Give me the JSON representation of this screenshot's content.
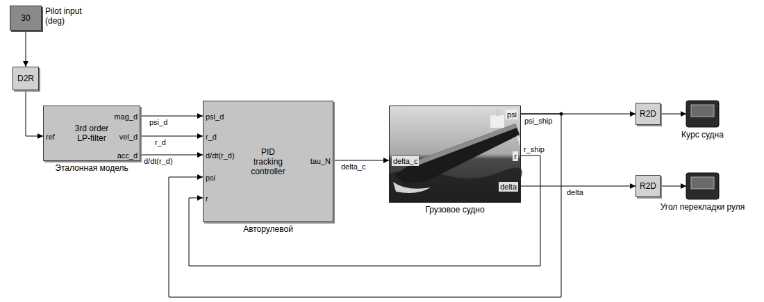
{
  "diagram": {
    "nodes": [
      {
        "text": [
          "30",
          "Pilot input (deg)"
        ]
      },
      {
        "text": [
          "D2R"
        ]
      },
      {
        "text": [
          "ref",
          "mag_d",
          "vel_d",
          "acc_d",
          "3rd order LP-filter",
          "Эталонная модель"
        ]
      },
      {
        "text": [
          "psi_d",
          "r_d",
          "d/dt(r_d)",
          "psi",
          "r",
          "PID tracking controller",
          "tau_N",
          "Авторулевой"
        ]
      },
      {
        "text": [
          "delta_c",
          "psi",
          "r",
          "delta",
          "Грузовое судно"
        ]
      },
      {
        "text": [
          "R2D"
        ]
      },
      {
        "text": [
          "Курс судна"
        ]
      },
      {
        "text": [
          "R2D"
        ]
      },
      {
        "text": [
          "Угол перекладки руля"
        ]
      }
    ],
    "edges": [
      {
        "from": 0,
        "to": 1,
        "arrow": "to"
      },
      {
        "from": 1,
        "to": 2,
        "arrow": "to"
      },
      {
        "from": 2,
        "to": 3,
        "label": "psi_d",
        "arrow": "to"
      },
      {
        "from": 2,
        "to": 3,
        "label": "r_d",
        "arrow": "to"
      },
      {
        "from": 2,
        "to": 3,
        "label": "d/dt(r_d)",
        "arrow": "to"
      },
      {
        "from": 3,
        "to": 4,
        "label": "delta_c",
        "arrow": "to"
      },
      {
        "from": 4,
        "to": 5,
        "label": "psi_ship",
        "arrow": "to"
      },
      {
        "from": 5,
        "to": 6,
        "arrow": "to"
      },
      {
        "from": 4,
        "to": 7,
        "label": "delta",
        "arrow": "to"
      },
      {
        "from": 7,
        "to": 8,
        "arrow": "to"
      },
      {
        "from": 4,
        "to": 3,
        "label": "r_ship",
        "arrow": "to"
      },
      {
        "from": 4,
        "to": 3,
        "arrow": "to"
      }
    ]
  }
}
